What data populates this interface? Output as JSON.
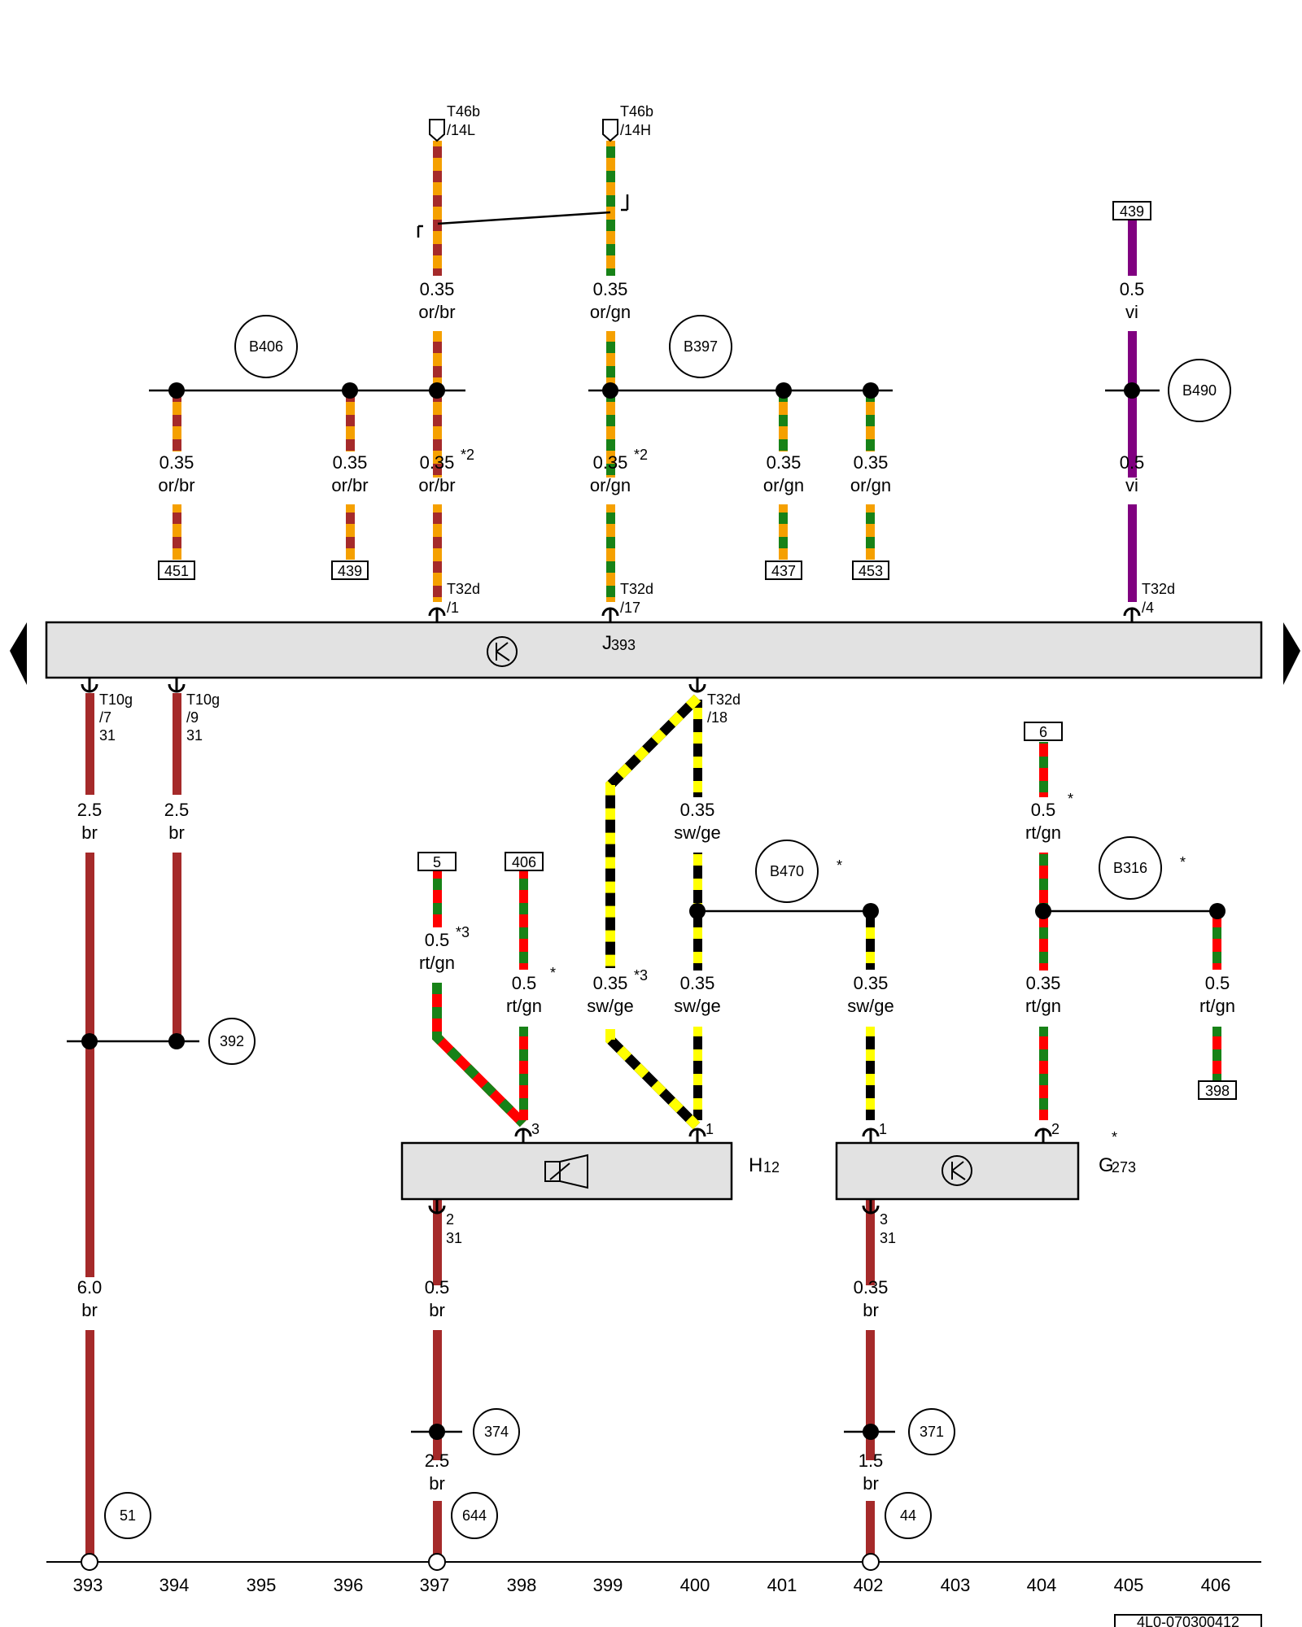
{
  "diagram_id": "4L0-070300412",
  "components": {
    "j393": {
      "letter": "J",
      "number": "393"
    },
    "h12": {
      "letter": "H",
      "number": "12"
    },
    "g273": {
      "letter": "G",
      "number": "273",
      "star": "*"
    }
  },
  "connectors": {
    "t46b_14l": {
      "name": "T46b",
      "pin": "/14L"
    },
    "t46b_14h": {
      "name": "T46b",
      "pin": "/14H"
    },
    "t32d_1": {
      "name": "T32d",
      "pin": "/1"
    },
    "t32d_17": {
      "name": "T32d",
      "pin": "/17"
    },
    "t32d_4": {
      "name": "T32d",
      "pin": "/4"
    },
    "t10g_7": {
      "name": "T10g",
      "pin": "/7",
      "ground": "31"
    },
    "t10g_9": {
      "name": "T10g",
      "pin": "/9",
      "ground": "31"
    },
    "t32d_18": {
      "name": "T32d",
      "pin": "/18"
    },
    "h12_pin3": "3",
    "h12_pin1": "1",
    "h12_pin2": "2",
    "h12_pin2_ground": "31",
    "g273_pin1": "1",
    "g273_pin2": "2",
    "g273_pin3": "3",
    "g273_pin3_ground": "31"
  },
  "splices": {
    "b406": "B406",
    "b397": "B397",
    "b490": "B490",
    "b470": "B470",
    "b470_star": "*",
    "b316": "B316",
    "b316_star": "*"
  },
  "grounds": {
    "g392": "392",
    "g374": "374",
    "g371": "371",
    "g51": "51",
    "g644": "644",
    "g44": "44"
  },
  "refs": {
    "r451": "451",
    "r439a": "439",
    "r437": "437",
    "r453": "453",
    "r439b": "439",
    "r5": "5",
    "r406": "406",
    "r6": "6",
    "r398": "398"
  },
  "wires": {
    "w01": {
      "size": "0.35",
      "color": "or/br"
    },
    "w02": {
      "size": "0.35",
      "color": "or/gn"
    },
    "w03": {
      "size": "0.5",
      "color": "vi"
    },
    "w04": {
      "size": "0.35",
      "color": "or/br"
    },
    "w05": {
      "size": "0.35",
      "color": "or/br"
    },
    "w06": {
      "size": "0.35",
      "color": "or/br",
      "note": "*2"
    },
    "w07": {
      "size": "0.35",
      "color": "or/gn",
      "note": "*2"
    },
    "w08": {
      "size": "0.35",
      "color": "or/gn"
    },
    "w09": {
      "size": "0.35",
      "color": "or/gn"
    },
    "w10": {
      "size": "0.5",
      "color": "vi"
    },
    "w11": {
      "size": "2.5",
      "color": "br"
    },
    "w12": {
      "size": "2.5",
      "color": "br"
    },
    "w13": {
      "size": "0.35",
      "color": "sw/ge"
    },
    "w14": {
      "size": "0.5",
      "color": "rt/gn",
      "note": "*"
    },
    "w15": {
      "size": "0.5",
      "color": "rt/gn",
      "note": "*3"
    },
    "w16": {
      "size": "0.5",
      "color": "rt/gn",
      "note": "*"
    },
    "w17": {
      "size": "0.35",
      "color": "sw/ge",
      "note": "*3"
    },
    "w18": {
      "size": "0.35",
      "color": "sw/ge"
    },
    "w19": {
      "size": "0.35",
      "color": "sw/ge"
    },
    "w20": {
      "size": "0.35",
      "color": "rt/gn"
    },
    "w21": {
      "size": "0.5",
      "color": "rt/gn"
    },
    "w22": {
      "size": "6.0",
      "color": "br"
    },
    "w23": {
      "size": "0.5",
      "color": "br"
    },
    "w24": {
      "size": "0.35",
      "color": "br"
    },
    "w25": {
      "size": "2.5",
      "color": "br"
    },
    "w26": {
      "size": "1.5",
      "color": "br"
    }
  },
  "ruler": [
    "393",
    "394",
    "395",
    "396",
    "397",
    "398",
    "399",
    "400",
    "401",
    "402",
    "403",
    "404",
    "405",
    "406"
  ],
  "colors": {
    "orange": "#f5a000",
    "brown": "#a52a2a",
    "green": "#178217",
    "red": "#ff0000",
    "yellow": "#ffff00",
    "black": "#000000",
    "violet": "#800080",
    "module_fill": "#e2e2e2"
  }
}
